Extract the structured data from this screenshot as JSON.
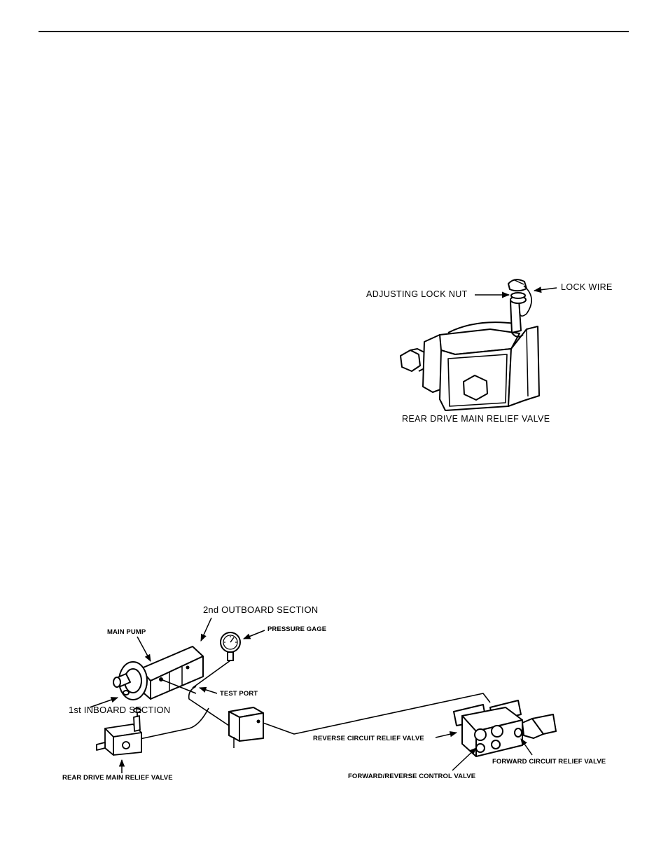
{
  "figure_top": {
    "labels": {
      "adjusting_lock_nut": "ADJUSTING LOCK NUT",
      "lock_wire": "LOCK WIRE",
      "caption": "REAR DRIVE MAIN RELIEF VALVE"
    }
  },
  "figure_bottom": {
    "labels": {
      "second_outboard_section": "2nd OUTBOARD SECTION",
      "main_pump": "MAIN PUMP",
      "pressure_gage": "PRESSURE GAGE",
      "test_port": "TEST PORT",
      "first_inboard_section": "1st INBOARD SECTION",
      "rear_drive_main_relief_valve": "REAR DRIVE MAIN RELIEF VALVE",
      "reverse_circuit_relief_valve": "REVERSE CIRCUIT RELIEF VALVE",
      "forward_circuit_relief_valve": "FORWARD CIRCUIT RELIEF VALVE",
      "forward_reverse_control_valve": "FORWARD/REVERSE CONTROL VALVE"
    }
  }
}
